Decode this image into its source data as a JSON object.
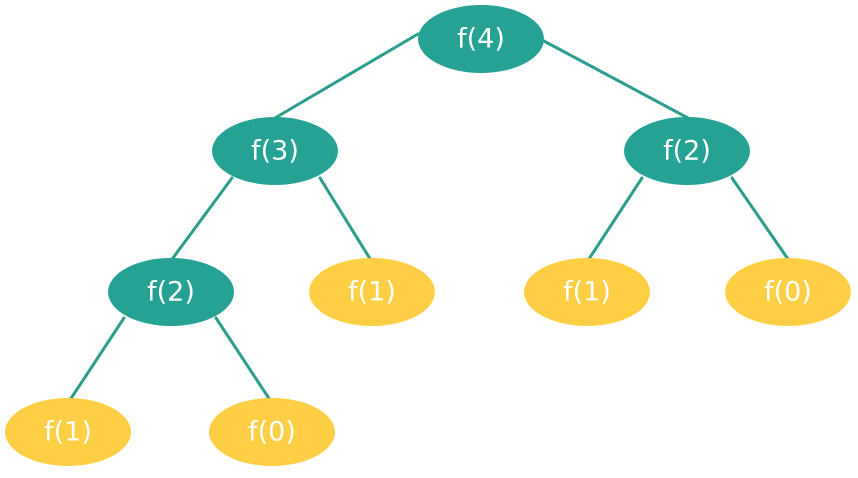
{
  "colors": {
    "internal_node": "#26a295",
    "leaf_node": "#fecf45",
    "edge": "#2a9d8c",
    "label": "#ffffff"
  },
  "tree": {
    "nodes": [
      {
        "id": "n4",
        "label": "f(4)",
        "kind": "internal"
      },
      {
        "id": "n3",
        "label": "f(3)",
        "kind": "internal"
      },
      {
        "id": "n2r",
        "label": "f(2)",
        "kind": "internal"
      },
      {
        "id": "n2l",
        "label": "f(2)",
        "kind": "internal"
      },
      {
        "id": "n1a",
        "label": "f(1)",
        "kind": "leaf"
      },
      {
        "id": "n1b",
        "label": "f(1)",
        "kind": "leaf"
      },
      {
        "id": "n0a",
        "label": "f(0)",
        "kind": "leaf"
      },
      {
        "id": "n1c",
        "label": "f(1)",
        "kind": "leaf"
      },
      {
        "id": "n0b",
        "label": "f(0)",
        "kind": "leaf"
      }
    ],
    "edges": [
      [
        "n4",
        "n3"
      ],
      [
        "n4",
        "n2r"
      ],
      [
        "n3",
        "n2l"
      ],
      [
        "n3",
        "n1a"
      ],
      [
        "n2r",
        "n1b"
      ],
      [
        "n2r",
        "n0a"
      ],
      [
        "n2l",
        "n1c"
      ],
      [
        "n2l",
        "n0b"
      ]
    ]
  }
}
